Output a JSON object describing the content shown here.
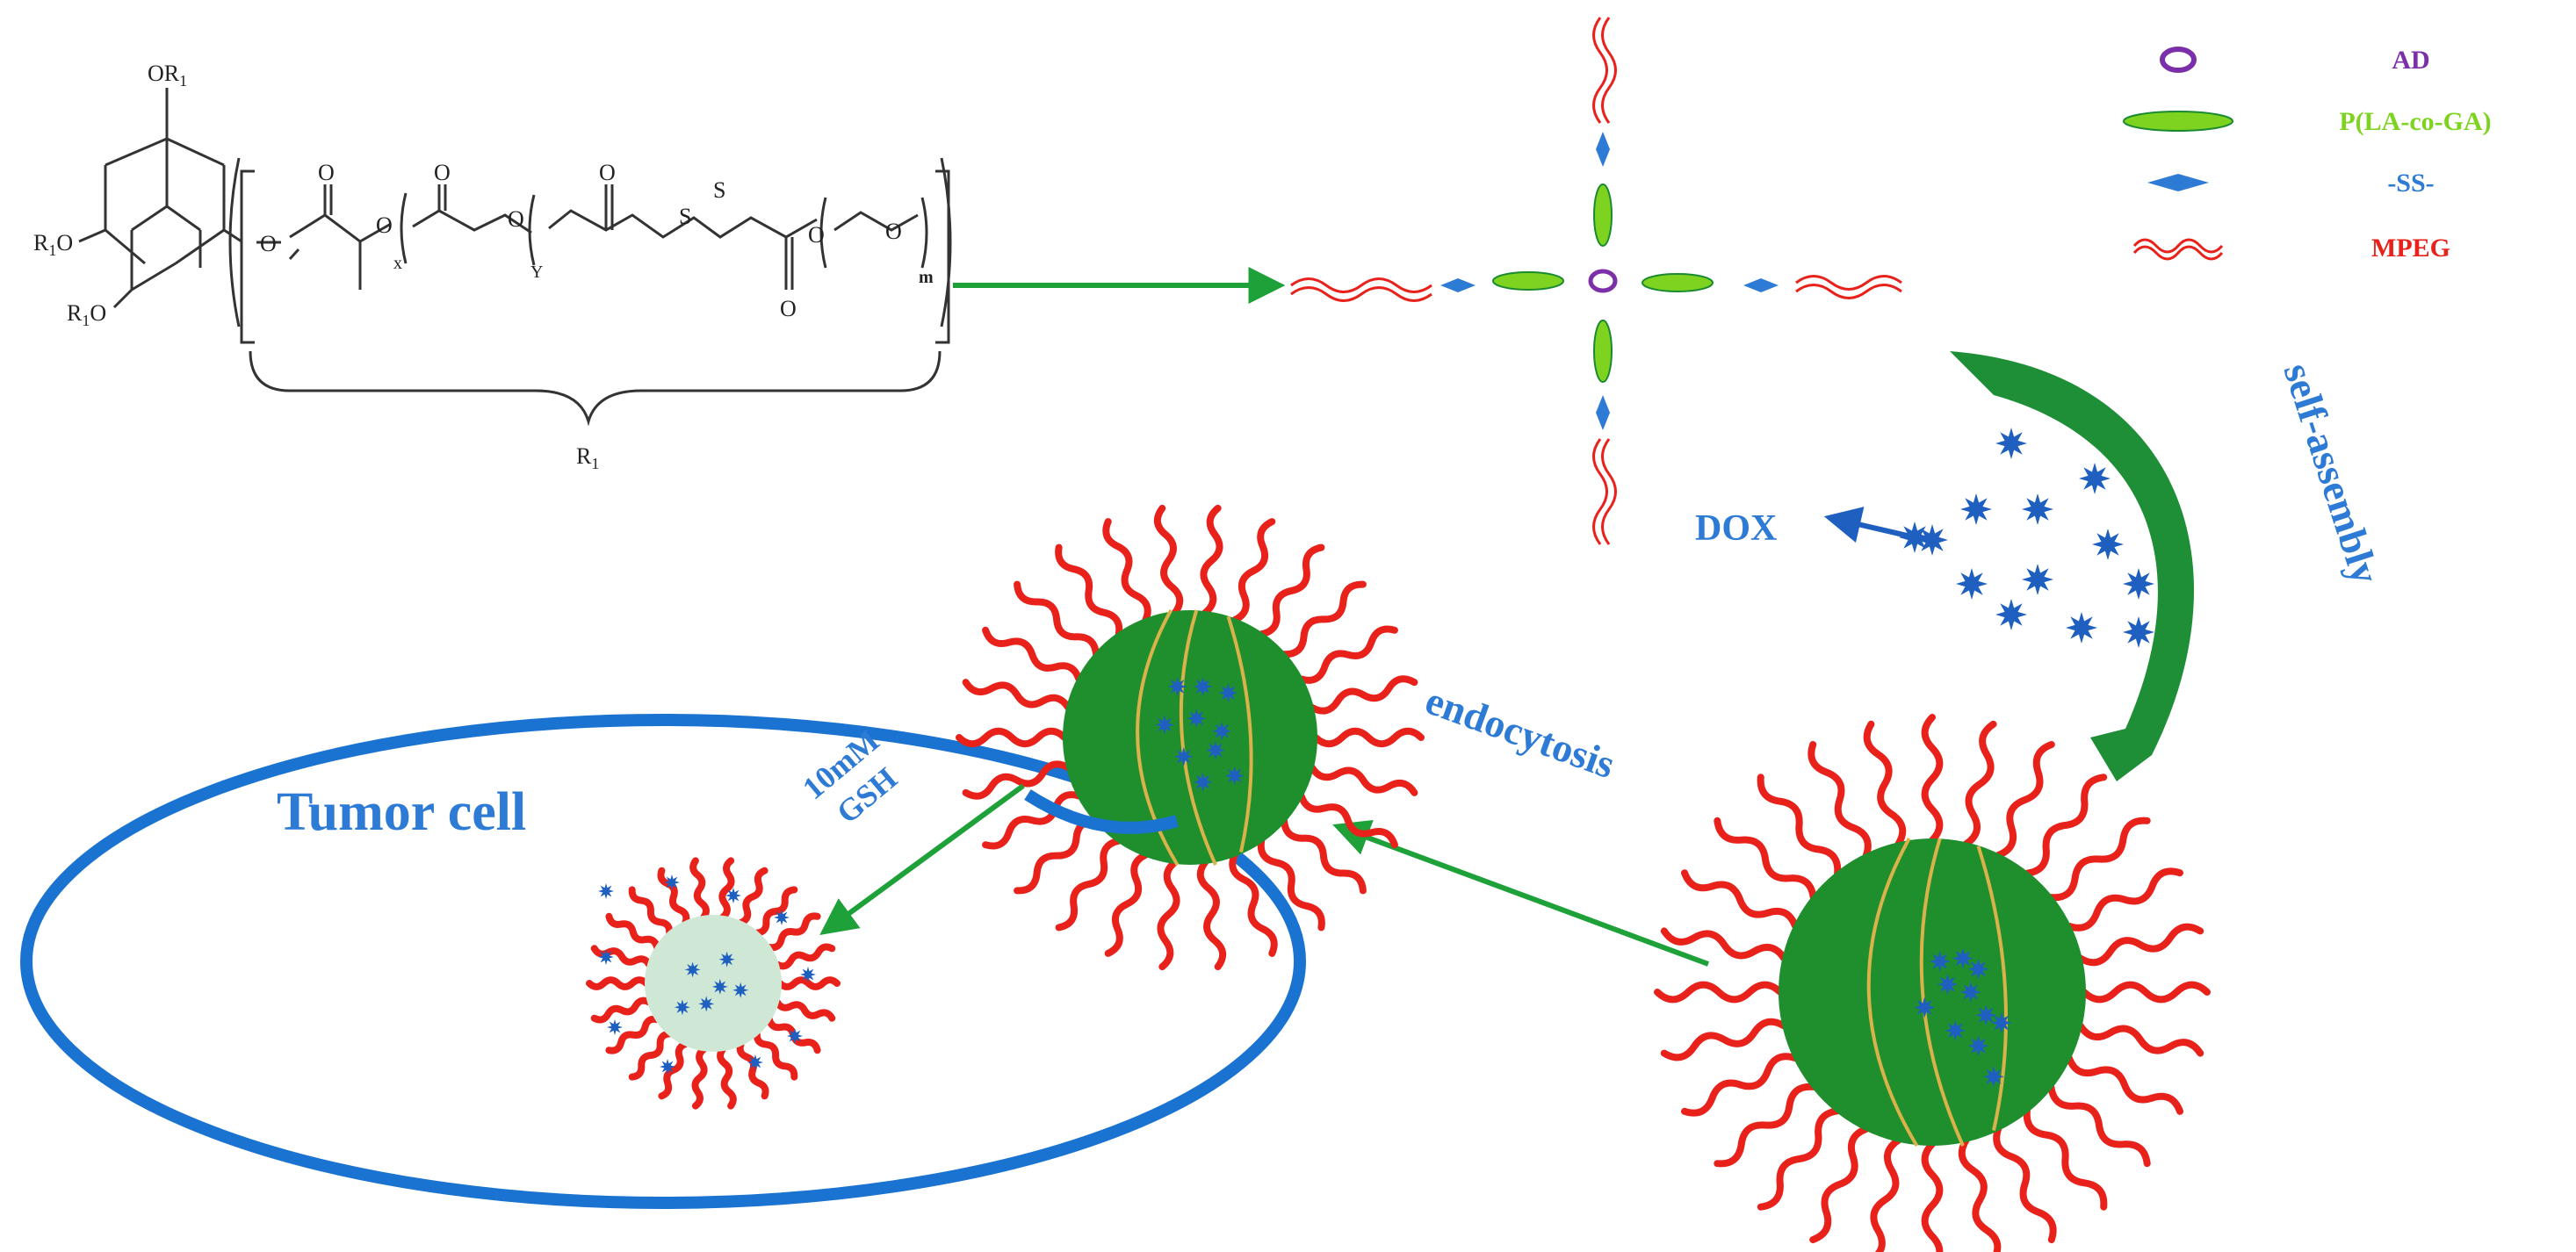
{
  "structure": {
    "substituent_top": "OR",
    "substituent_left": "R",
    "substituent_left_tail": "O",
    "substituent_bottom": "R",
    "substituent_bottom_tail": "O",
    "subscript_one": "1",
    "linker_oxygen": "O",
    "carbonyl_oxygen": "O",
    "ester_oxygen": "O",
    "sulfur": "S",
    "repeat_x": "x",
    "repeat_y": "Y",
    "repeat_m": "m",
    "group_label": "R",
    "group_label_sub": "1"
  },
  "legend": {
    "items": [
      {
        "key": "ad",
        "label": "AD",
        "color": "#7b2fa8"
      },
      {
        "key": "plga",
        "label": "P(LA-co-GA)",
        "color": "#7ed321"
      },
      {
        "key": "ss",
        "label": "-SS-",
        "color": "#2e7bd6"
      },
      {
        "key": "mpeg",
        "label": "MPEG",
        "color": "#e8211b"
      }
    ]
  },
  "labels": {
    "self_assembly": "self-assembly",
    "dox": "DOX",
    "endocytosis": "endocytosis",
    "tumor_cell": "Tumor cell",
    "gsh_conc": "10mM",
    "gsh": "GSH"
  },
  "colors": {
    "arrow_green": "#1fa13a",
    "big_arrow": "#1e8f36",
    "dox_blue": "#1e5fbf",
    "cell_blue": "#1a73d1",
    "micelle_core": "#1f8f2e",
    "chain_red": "#e8211b",
    "core_line": "#d9b24a",
    "released_core": "#cfe8d6",
    "text_blue": "#2e7bd6"
  },
  "icons": [
    "ad-ring-icon",
    "plga-chain-icon",
    "disulfide-diamond-icon",
    "mpeg-chain-icon",
    "dox-star-icon"
  ]
}
